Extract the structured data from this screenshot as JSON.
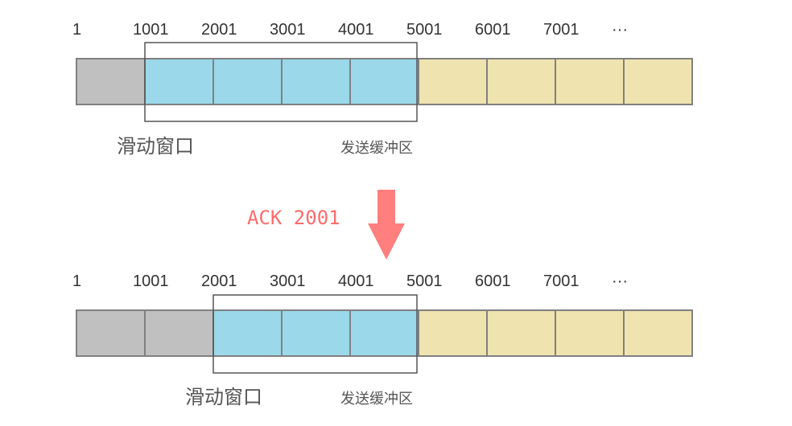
{
  "colors": {
    "sent_acked": "#c0c0c0",
    "window": "#9ad8ea",
    "buffer_rest": "#efe3b0",
    "border": "#808080",
    "window_outline": "#555555",
    "arrow": "#ff7f7f",
    "ack_text": "#ff6b6b"
  },
  "icons": {
    "arrow": "down-arrow-icon"
  },
  "top_diagram": {
    "labels": [
      "1",
      "1001",
      "2001",
      "3001",
      "4001",
      "5001",
      "6001",
      "7001",
      "···"
    ],
    "cell_states": [
      "acked",
      "window",
      "window",
      "window",
      "window",
      "buffer",
      "buffer",
      "buffer",
      "buffer"
    ],
    "window_label": "滑动窗口",
    "buffer_label": "发送缓冲区"
  },
  "ack_label": "ACK 2001",
  "bottom_diagram": {
    "labels": [
      "1",
      "1001",
      "2001",
      "3001",
      "4001",
      "5001",
      "6001",
      "7001",
      "···"
    ],
    "cell_states": [
      "acked",
      "acked",
      "window",
      "window",
      "window",
      "buffer",
      "buffer",
      "buffer",
      "buffer"
    ],
    "window_label": "滑动窗口",
    "buffer_label": "发送缓冲区"
  }
}
